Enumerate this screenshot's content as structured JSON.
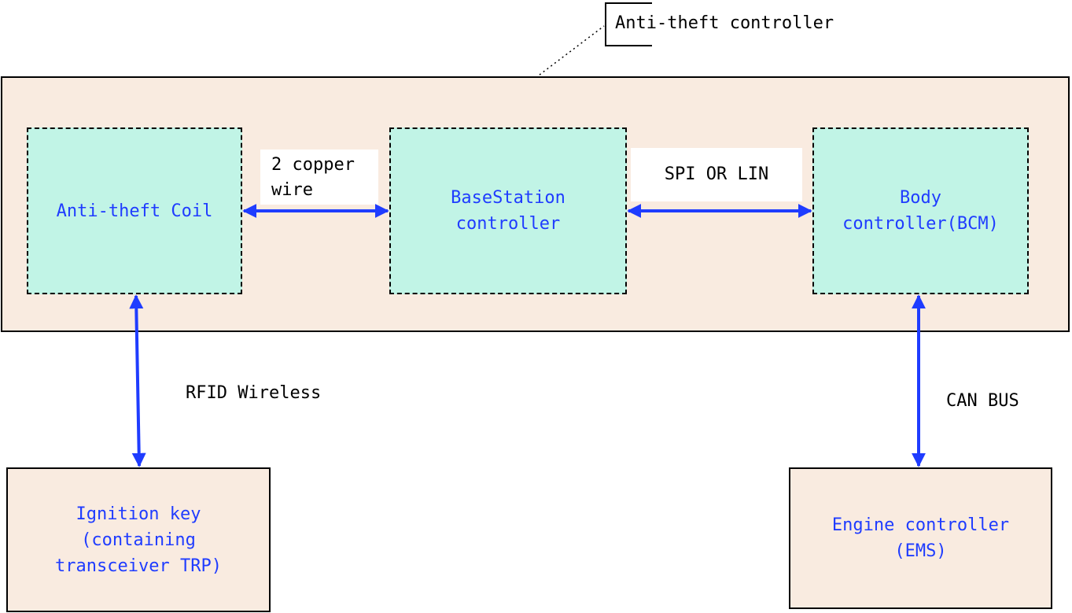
{
  "callout": {
    "label": "Anti-theft controller"
  },
  "blocks": {
    "coil": "Anti-theft Coil",
    "basestation": "BaseStation\ncontroller",
    "bcm": "Body\ncontroller(BCM)",
    "key": "Ignition key\n(containing\ntransceiver TRP)",
    "engine": "Engine controller\n(EMS)"
  },
  "links": {
    "coil_basestation": "2 copper\nwire",
    "basestation_bcm": "SPI OR LIN",
    "coil_key": "RFID Wireless",
    "bcm_engine": "CAN BUS"
  },
  "colors": {
    "arrow": "#1f3cff",
    "container_fill": "#f9ebe0",
    "module_fill": "#c1f4e6",
    "module_text": "#1f3cff"
  }
}
